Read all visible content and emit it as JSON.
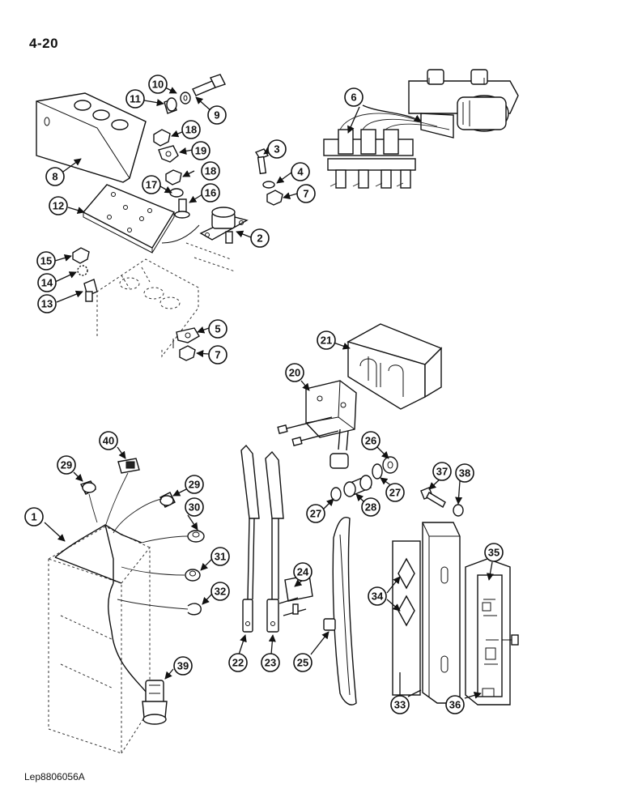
{
  "page_number": "4-20",
  "figure_reference": "Lep8806056A",
  "callouts": [
    "1",
    "2",
    "3",
    "4",
    "5",
    "6",
    "7",
    "8",
    "9",
    "10",
    "11",
    "12",
    "13",
    "14",
    "15",
    "16",
    "17",
    "18",
    "19",
    "20",
    "21",
    "22",
    "23",
    "24",
    "25",
    "26",
    "27",
    "28",
    "29",
    "30",
    "31",
    "32",
    "33",
    "34",
    "35",
    "36",
    "37",
    "38",
    "39",
    "40"
  ]
}
